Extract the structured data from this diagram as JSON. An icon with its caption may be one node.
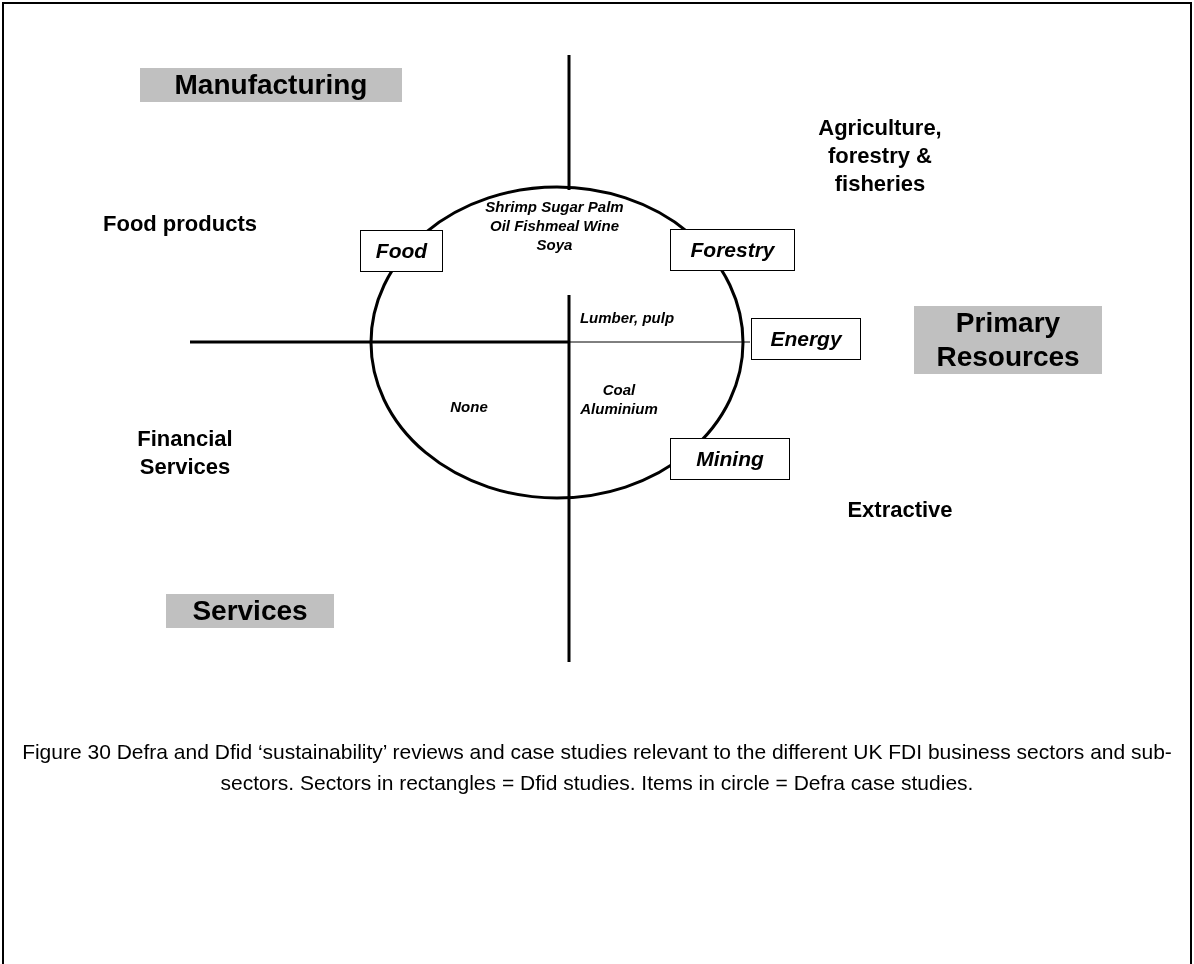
{
  "diagram": {
    "nodes": [
      {
        "text": [
          "Manufacturing"
        ]
      },
      {
        "text": [
          "Shrimp Sugar Palm Oil Fishmeal Wine Soya",
          "Lumber, pulp",
          "None",
          "Coal Aluminium"
        ]
      },
      {
        "text": [
          "Food"
        ]
      },
      {
        "text": [
          "Forestry"
        ]
      },
      {
        "text": [
          "Energy"
        ]
      },
      {
        "text": [
          "Primary Resources"
        ]
      },
      {
        "text": [
          "Mining"
        ]
      },
      {
        "text": [
          "Services"
        ]
      }
    ],
    "edges": [],
    "labels": [
      "Agriculture, forestry & fisheries",
      "Food products",
      "Financial Services",
      "Extractive"
    ],
    "caption": "Figure 30 Defra and Dfid ‘sustainability’ reviews and case studies relevant to the different UK FDI business sectors and sub-sectors. Sectors in rectangles = Dfid studies. Items in circle = Defra case studies."
  }
}
